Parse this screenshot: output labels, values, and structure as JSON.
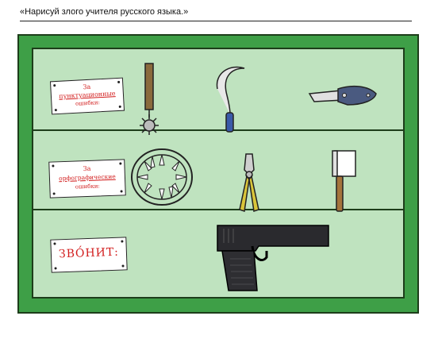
{
  "header": {
    "title": "«Нарисуй злого учителя русского языка.»"
  },
  "shelves": [
    {
      "label_lines": [
        "За",
        "пунктуационные",
        "ошибки:"
      ],
      "tools": [
        "mace-icon",
        "sickle-icon",
        "folding-knife-icon"
      ]
    },
    {
      "label_lines": [
        "За",
        "орфографические",
        "ошибки:"
      ],
      "tools": [
        "spiked-ring-icon",
        "pliers-icon",
        "cleaver-icon"
      ]
    },
    {
      "label_lines": [
        "ЗВО́НИТ:"
      ],
      "tools": [
        "pistol-icon"
      ]
    }
  ],
  "colors": {
    "board_frame": "#3e9f47",
    "board_panel": "#bfe3bf",
    "label_text": "#d21d1d"
  }
}
